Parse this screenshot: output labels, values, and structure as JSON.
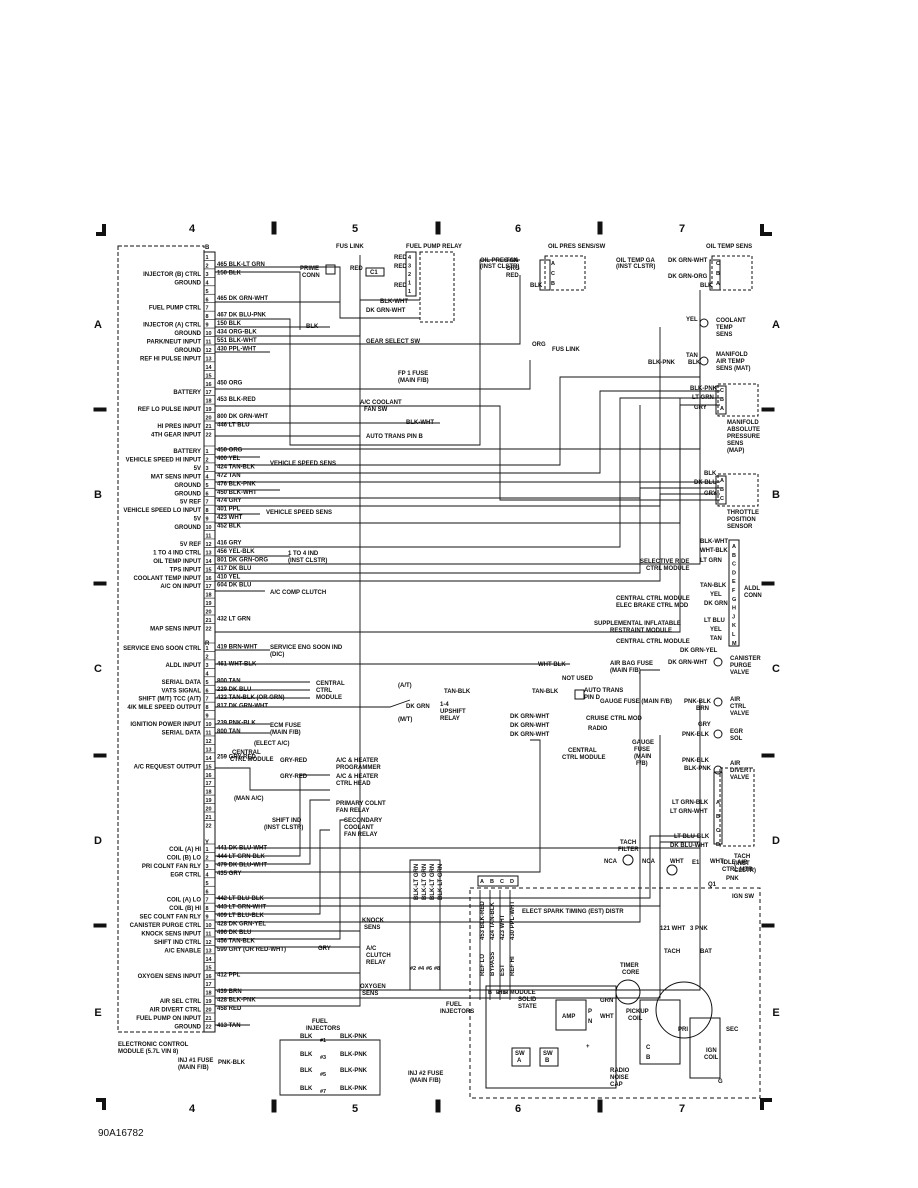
{
  "grid": {
    "columns": [
      "4",
      "5",
      "6",
      "7"
    ],
    "rows": [
      "A",
      "B",
      "C",
      "D",
      "E"
    ]
  },
  "ecm": {
    "title_lines": [
      "ELECTRONIC CONTROL",
      "MODULE (5.7L VIN 8)"
    ],
    "connector_b_letter": "B",
    "connector_r_letter": "R",
    "connector_y_letter": "Y",
    "pins_b": [
      {
        "n": "1",
        "label": "",
        "wire": ""
      },
      {
        "n": "2",
        "label": "",
        "wire": "465 BLK-LT GRN"
      },
      {
        "n": "3",
        "label": "INJECTOR (B) CTRL",
        "wire": "150 BLK"
      },
      {
        "n": "4",
        "label": "GROUND",
        "wire": ""
      },
      {
        "n": "5",
        "label": "",
        "wire": ""
      },
      {
        "n": "6",
        "label": "",
        "wire": "465 DK GRN-WHT"
      },
      {
        "n": "7",
        "label": "FUEL PUMP CTRL",
        "wire": ""
      },
      {
        "n": "8",
        "label": "",
        "wire": "467 DK BLU-PNK"
      },
      {
        "n": "9",
        "label": "INJECTOR (A) CTRL",
        "wire": "150 BLK"
      },
      {
        "n": "10",
        "label": "GROUND",
        "wire": "434 ORG-BLK"
      },
      {
        "n": "11",
        "label": "PARK/NEUT INPUT",
        "wire": "551 BLK-WHT"
      },
      {
        "n": "12",
        "label": "GROUND",
        "wire": "430 PPL-WHT"
      },
      {
        "n": "13",
        "label": "REF HI PULSE INPUT",
        "wire": ""
      },
      {
        "n": "14",
        "label": "",
        "wire": ""
      },
      {
        "n": "15",
        "label": "",
        "wire": ""
      },
      {
        "n": "16",
        "label": "",
        "wire": "450 ORG"
      },
      {
        "n": "17",
        "label": "BATTERY",
        "wire": ""
      },
      {
        "n": "18",
        "label": "",
        "wire": "453 BLK-RED"
      },
      {
        "n": "19",
        "label": "REF LO PULSE INPUT",
        "wire": ""
      },
      {
        "n": "20",
        "label": "",
        "wire": "800 DK GRN-WHT"
      },
      {
        "n": "21",
        "label": "HI PRES INPUT",
        "wire": "446 LT BLU"
      },
      {
        "n": "22",
        "label": "4TH GEAR INPUT",
        "wire": ""
      }
    ],
    "pins_c": [
      {
        "n": "1",
        "label": "BATTERY",
        "wire": "450 ORG"
      },
      {
        "n": "2",
        "label": "VEHICLE SPEED HI INPUT",
        "wire": "400 YEL"
      },
      {
        "n": "3",
        "label": "5V",
        "wire": "424 TAN-BLK"
      },
      {
        "n": "4",
        "label": "MAT SENS INPUT",
        "wire": "472 TAN"
      },
      {
        "n": "5",
        "label": "GROUND",
        "wire": "476 BLK-PNK"
      },
      {
        "n": "6",
        "label": "GROUND",
        "wire": "450 BLK-WHT"
      },
      {
        "n": "7",
        "label": "5V REF",
        "wire": "474 GRY"
      },
      {
        "n": "8",
        "label": "VEHICLE SPEED LO INPUT",
        "wire": "401 PPL"
      },
      {
        "n": "9",
        "label": "5V",
        "wire": "423 WHT"
      },
      {
        "n": "10",
        "label": "GROUND",
        "wire": "452 BLK"
      },
      {
        "n": "11",
        "label": "",
        "wire": ""
      },
      {
        "n": "12",
        "label": "5V REF",
        "wire": "416 GRY"
      },
      {
        "n": "13",
        "label": "1 TO 4 IND CTRL",
        "wire": "456 YEL-BLK"
      },
      {
        "n": "14",
        "label": "OIL TEMP INPUT",
        "wire": "801 DK GRN-ORG"
      },
      {
        "n": "15",
        "label": "TPS INPUT",
        "wire": "417 DK BLU"
      },
      {
        "n": "16",
        "label": "COOLANT TEMP INPUT",
        "wire": "410 YEL"
      },
      {
        "n": "17",
        "label": "A/C ON INPUT",
        "wire": "604 DK BLU"
      },
      {
        "n": "18",
        "label": "",
        "wire": ""
      },
      {
        "n": "19",
        "label": "",
        "wire": ""
      },
      {
        "n": "20",
        "label": "",
        "wire": ""
      },
      {
        "n": "21",
        "label": "",
        "wire": "432 LT GRN"
      },
      {
        "n": "22",
        "label": "MAP SENS INPUT",
        "wire": ""
      }
    ],
    "pins_r": [
      {
        "n": "1",
        "label": "SERVICE ENG SOON CTRL",
        "wire": "419 BRN-WHT"
      },
      {
        "n": "2",
        "label": "",
        "wire": ""
      },
      {
        "n": "3",
        "label": "ALDL INPUT",
        "wire": "461 WHT-BLK"
      },
      {
        "n": "4",
        "label": "",
        "wire": ""
      },
      {
        "n": "5",
        "label": "SERIAL DATA",
        "wire": "800 TAN"
      },
      {
        "n": "6",
        "label": "VATS SIGNAL",
        "wire": "229 DK BLU"
      },
      {
        "n": "7",
        "label": "SHIFT (M/T) TCC (A/T)",
        "wire": "422 TAN-BLK (OR GRN)"
      },
      {
        "n": "8",
        "label": "4/K MILE SPEED OUTPUT",
        "wire": "817 DK GRN-WHT"
      },
      {
        "n": "9",
        "label": "",
        "wire": ""
      },
      {
        "n": "10",
        "label": "IGNITION POWER INPUT",
        "wire": "239 PNK-BLK"
      },
      {
        "n": "11",
        "label": "SERIAL DATA",
        "wire": "800 TAN"
      },
      {
        "n": "12",
        "label": "",
        "wire": ""
      },
      {
        "n": "13",
        "label": "",
        "wire": ""
      },
      {
        "n": "14",
        "label": "",
        "wire": "259 GRY-RED"
      },
      {
        "n": "15",
        "label": "A/C REQUEST OUTPUT",
        "wire": ""
      },
      {
        "n": "16",
        "label": "",
        "wire": ""
      },
      {
        "n": "17",
        "label": "",
        "wire": ""
      },
      {
        "n": "18",
        "label": "",
        "wire": ""
      },
      {
        "n": "19",
        "label": "",
        "wire": ""
      },
      {
        "n": "20",
        "label": "",
        "wire": ""
      },
      {
        "n": "21",
        "label": "",
        "wire": ""
      },
      {
        "n": "22",
        "label": "",
        "wire": ""
      }
    ],
    "pins_y": [
      {
        "n": "1",
        "label": "COIL (A) HI",
        "wire": "441 DK BLU-WHT"
      },
      {
        "n": "2",
        "label": "COIL (B) LO",
        "wire": "444 LT GRN-BLK"
      },
      {
        "n": "3",
        "label": "PRI COLNT FAN RLY",
        "wire": "479 DK BLU-WHT"
      },
      {
        "n": "4",
        "label": "EGR CTRL",
        "wire": "435 GRY"
      },
      {
        "n": "5",
        "label": "",
        "wire": ""
      },
      {
        "n": "6",
        "label": "",
        "wire": ""
      },
      {
        "n": "7",
        "label": "COIL (A) LO",
        "wire": "442 LT BLU-BLK"
      },
      {
        "n": "8",
        "label": "COIL (B) HI",
        "wire": "443 LT GRN-WHT"
      },
      {
        "n": "9",
        "label": "SEC COLNT FAN RLY",
        "wire": "409 LT BLU-BLK"
      },
      {
        "n": "10",
        "label": "CANISTER PURGE CTRL",
        "wire": "428 DK GRN-YEL"
      },
      {
        "n": "11",
        "label": "KNOCK SENS INPUT",
        "wire": "496 DK BLU"
      },
      {
        "n": "12",
        "label": "SHIFT IND CTRL",
        "wire": "456 TAN-BLK"
      },
      {
        "n": "13",
        "label": "A/C ENABLE",
        "wire": "599 GRY (OR RED-WHT)"
      },
      {
        "n": "14",
        "label": "",
        "wire": ""
      },
      {
        "n": "15",
        "label": "",
        "wire": ""
      },
      {
        "n": "16",
        "label": "OXYGEN SENS INPUT",
        "wire": "412 PPL"
      },
      {
        "n": "17",
        "label": "",
        "wire": ""
      },
      {
        "n": "18",
        "label": "",
        "wire": "439 BRN"
      },
      {
        "n": "19",
        "label": "AIR SEL CTRL",
        "wire": "428 BLK-PNK"
      },
      {
        "n": "20",
        "label": "AIR DIVERT CTRL",
        "wire": "458 RED"
      },
      {
        "n": "21",
        "label": "FUEL PUMP ON INPUT",
        "wire": ""
      },
      {
        "n": "22",
        "label": "GROUND",
        "wire": "413 TAN"
      }
    ]
  },
  "components": {
    "fus_link_top": "FUS LINK",
    "prime_conn": [
      "PRIME",
      "CONN"
    ],
    "fuel_pump_relay": "FUEL PUMP RELAY",
    "oil_pres_sens": "OIL PRES SENS/SW",
    "oil_pres_ga": [
      "OIL PRES GA",
      "(INST CLSTR)"
    ],
    "oil_temp_ga": [
      "OIL TEMP GA",
      "(INST CLSTR)"
    ],
    "oil_temp_sens": "OIL TEMP SENS",
    "coolant_temp_sens": [
      "COOLANT",
      "TEMP",
      "SENS"
    ],
    "manifold_air_temp": [
      "MANIFOLD",
      "AIR TEMP",
      "SENS (MAT)"
    ],
    "map_sens": [
      "MANIFOLD",
      "ABSOLUTE",
      "PRESSURE",
      "SENS",
      "(MAP)"
    ],
    "tps": [
      "THROTTLE",
      "POSITION",
      "SENSOR"
    ],
    "gear_select_sw": "GEAR SELECT SW",
    "fus_link_mid": "FUS LINK",
    "fp1_fuse": [
      "FP 1 FUSE",
      "(MAIN F/B)"
    ],
    "ac_coolant_fan_sw": [
      "A/C COOLANT",
      "FAN SW"
    ],
    "auto_trans_pin_b": "AUTO TRANS PIN B",
    "vss_1": "VEHICLE SPEED SENS",
    "vss_2": "VEHICLE SPEED SENS",
    "one_to_four": [
      "1 TO 4 IND",
      "(INST CLSTR)"
    ],
    "ac_comp_clutch": "A/C COMP CLUTCH",
    "aldl_conn": [
      "ALDL",
      "CONN"
    ],
    "selective_ride": [
      "SELECTIVE RIDE",
      "CTRL MODULE"
    ],
    "central_ctrl_module_1": "CENTRAL CTRL MODULE",
    "elec_brake_ctrl": "ELEC BRAKE CTRL MOD",
    "supplemental": [
      "SUPPLEMENTAL INFLATABLE",
      "RESTRAINT MODULE"
    ],
    "central_ctrl_module_2": "CENTRAL CTRL MODULE",
    "service_eng_soon": [
      "SERVICE ENG SOON IND",
      "(DIC)"
    ],
    "not_used": "NOT USED",
    "air_bag_fuse": [
      "AIR BAG FUSE",
      "(MAIN F/B)"
    ],
    "canister_purge_valve": [
      "CANISTER",
      "PURGE",
      "VALVE"
    ],
    "central_ctrl_module_3": [
      "CENTRAL",
      "CTRL",
      "MODULE"
    ],
    "at_label": "(A/T)",
    "mt_label": "(M/T)",
    "upshift_relay": [
      "1-4",
      "UPSHIFT",
      "RELAY"
    ],
    "auto_trans_pin_d": [
      "AUTO TRANS",
      "PIN D"
    ],
    "gauge_fuse_main": "GAUGE FUSE (MAIN F/B)",
    "air_ctrl_valve": [
      "AIR",
      "CTRL",
      "VALVE"
    ],
    "cruise_ctrl_mod": "CRUISE CTRL MOD",
    "radio": "RADIO",
    "central_ctrl_module_4": [
      "CENTRAL",
      "CTRL MODULE"
    ],
    "egr_sol": [
      "EGR",
      "SOL"
    ],
    "gauge_fuse": [
      "GAUGE",
      "FUSE",
      "(MAIN",
      "F/B)"
    ],
    "air_divert_valve": [
      "AIR",
      "DIVERT",
      "VALVE"
    ],
    "ecm_fuse": [
      "ECM FUSE",
      "(MAIN F/B)"
    ],
    "elect_ac": "(ELECT A/C)",
    "central_ctrl_module_5": [
      "CENTRAL",
      "CTRL MODULE"
    ],
    "ac_heater_programmer": [
      "A/C & HEATER",
      "PROGRAMMER"
    ],
    "ac_heater_ctrl_head": [
      "A/C & HEATER",
      "CTRL HEAD"
    ],
    "man_ac": "(MAN A/C)",
    "primary_colnt": [
      "PRIMARY COLNT",
      "FAN RELAY"
    ],
    "secondary_colnt": [
      "SECONDARY",
      "COOLANT",
      "FAN RELAY"
    ],
    "shift_ind": [
      "SHIFT IND",
      "(INST CLSTR)"
    ],
    "idle_air_ctrl": [
      "IDLE AIR",
      "CTRL MTR"
    ],
    "tach_filter": [
      "TACH",
      "FILTER"
    ],
    "tach_inst": [
      "TACH",
      "(INST",
      "CLSTR)"
    ],
    "ign_sw": "IGN SW",
    "knock_sens": [
      "KNOCK",
      "SENS"
    ],
    "ac_clutch_relay": [
      "A/C",
      "CLUTCH",
      "RELAY"
    ],
    "oxygen_sens": [
      "OXYGEN",
      "SENS"
    ],
    "fuel_injectors_right": [
      "FUEL",
      "INJECTORS"
    ],
    "fuel_injectors_left": [
      "FUEL",
      "INJECTORS"
    ],
    "est_distr": "ELECT SPARK TIMING (EST) DISTR",
    "hei_module": "HEI MODULE",
    "solid_state": [
      "SOLID",
      "STATE"
    ],
    "amp": "AMP",
    "timer_core": [
      "TIMER",
      "CORE"
    ],
    "pickup_coil": [
      "PICKUP",
      "COIL"
    ],
    "ign_coil": [
      "IGN",
      "COIL"
    ],
    "sec": "SEC",
    "pri": "PRI",
    "radio_noise_cap": [
      "RADIO",
      "NOISE",
      "CAP"
    ],
    "tach": "TACH",
    "bat": "BAT",
    "inj1_fuse": [
      "INJ #1 FUSE",
      "(MAIN F/B)"
    ],
    "inj2_fuse": [
      "INJ #2 FUSE",
      "(MAIN F/B)"
    ]
  },
  "wire_labels": {
    "red": "RED",
    "red2": "RED",
    "red3": "RED",
    "red4": "RED",
    "blk": "BLK",
    "blk2": "BLK",
    "blk3": "BLK",
    "blk_wht": "BLK-WHT",
    "dk_grn_wht": "DK GRN-WHT",
    "tan": "TAN",
    "org": "ORG",
    "dk_grn_wht2": "DK GRN-WHT",
    "dk_grn_org": "DK GRN-ORG",
    "yel": "YEL",
    "tan2": "TAN",
    "blk_pnk": "BLK-PNK",
    "blk_pnk2": "BLK-PNK",
    "lt_grn": "LT GRN",
    "gry": "GRY",
    "blk4": "BLK",
    "dk_blu": "DK BLU",
    "gry2": "GRY",
    "org2": "ORG",
    "c1": "C1",
    "blk_wht2": "BLK-WHT",
    "blk_wht3": "BLK-WHT",
    "wht_blk": "WHT-BLK",
    "lt_grn2": "LT GRN",
    "tan_blk": "TAN-BLK",
    "yel2": "YEL",
    "dk_grn": "DK GRN",
    "lt_blu": "LT BLU",
    "yel3": "YEL",
    "tan3": "TAN",
    "dk_grn_yel": "DK GRN-YEL",
    "dk_grn_wht3": "DK GRN-WHT",
    "wht_blk2": "WHT-BLK",
    "dk_grn_wire": "DK GRN",
    "tan_blk2": "TAN-BLK",
    "tan_blk3": "TAN-BLK",
    "pnk_blk": "PNK-BLK",
    "brn": "BRN",
    "dk_grn_wht4": "DK GRN-WHT",
    "dk_grn_wht5": "DK GRN-WHT",
    "dk_grn_wht6": "DK GRN-WHT",
    "gry3": "GRY",
    "pnk_blk2": "PNK-BLK",
    "pnk_blk3": "PNK-BLK",
    "blk_pnk3": "BLK-PNK",
    "gry_red": "GRY-RED",
    "gry_red2": "GRY-RED",
    "lt_grn_blk": "LT GRN-BLK",
    "lt_grn_wht": "LT GRN-WHT",
    "lt_blu_blk": "LT BLU-BLK",
    "dk_blu_wht": "DK BLU-WHT",
    "nca": "NCA",
    "nca2": "NCA",
    "wht": "WHT",
    "e1": "E1",
    "pnk": "PNK",
    "q1": "Q1",
    "gry4": "GRY",
    "dk_blu_blk": "DK BLU-BLK",
    "grn": "GRN",
    "wht2": "WHT",
    "pnk_blk4": "PNK-BLK",
    "blk_pnk4": "BLK-PNK",
    "blk_pnk5": "BLK-PNK",
    "blk_pnk6": "BLK-PNK",
    "blk_pnk7": "BLK-PNK",
    "blk5": "BLK",
    "blk6": "BLK",
    "blk7": "BLK",
    "blk8": "BLK",
    "inj_wires": [
      "BLK-LT GRN",
      "BLK-LT GRN",
      "BLK-LT GRN",
      "BLK-LT GRN"
    ],
    "inj_nums_top": [
      "#2",
      "#4",
      "#6",
      "#8"
    ],
    "inj_nums_left": [
      "#1",
      "#3",
      "#5",
      "#7"
    ],
    "est_wires": [
      "453 BLK-RED",
      "424 TAN-BLK",
      "423 WHT",
      "430 PPL-WHT"
    ],
    "est_pins": [
      "D",
      "C",
      "A",
      "B"
    ],
    "est_names": [
      "REF LO",
      "BYPASS",
      "EST",
      "REF HI"
    ],
    "hei_pins": [
      "B",
      "E",
      "R"
    ],
    "wire_121": "121 WHT",
    "wire_3": "3 PNK",
    "pin_p": "P",
    "pin_n": "N",
    "pin_c": "C",
    "pin_b": "B",
    "pin_g": "G",
    "pin_plus": "+",
    "sw_a": [
      "SW",
      "A"
    ],
    "sw_b": [
      "SW",
      "B"
    ]
  },
  "connectors": {
    "abcd": [
      "A",
      "B",
      "C",
      "D"
    ],
    "oil_pres": [
      "A",
      "C",
      "B"
    ],
    "oil_temp": [
      "C",
      "B",
      "A"
    ],
    "map": [
      "C",
      "B",
      "A"
    ],
    "tps": [
      "A",
      "B",
      "C"
    ],
    "aldl": [
      "A",
      "B",
      "C",
      "D",
      "E",
      "F",
      "G",
      "H",
      "J",
      "K",
      "L",
      "M"
    ],
    "iac": [
      "A",
      "B",
      "C",
      "D"
    ],
    "relay_pins": [
      "4",
      "3",
      "2",
      "1",
      "1"
    ]
  },
  "figure_ref": "90A16782"
}
